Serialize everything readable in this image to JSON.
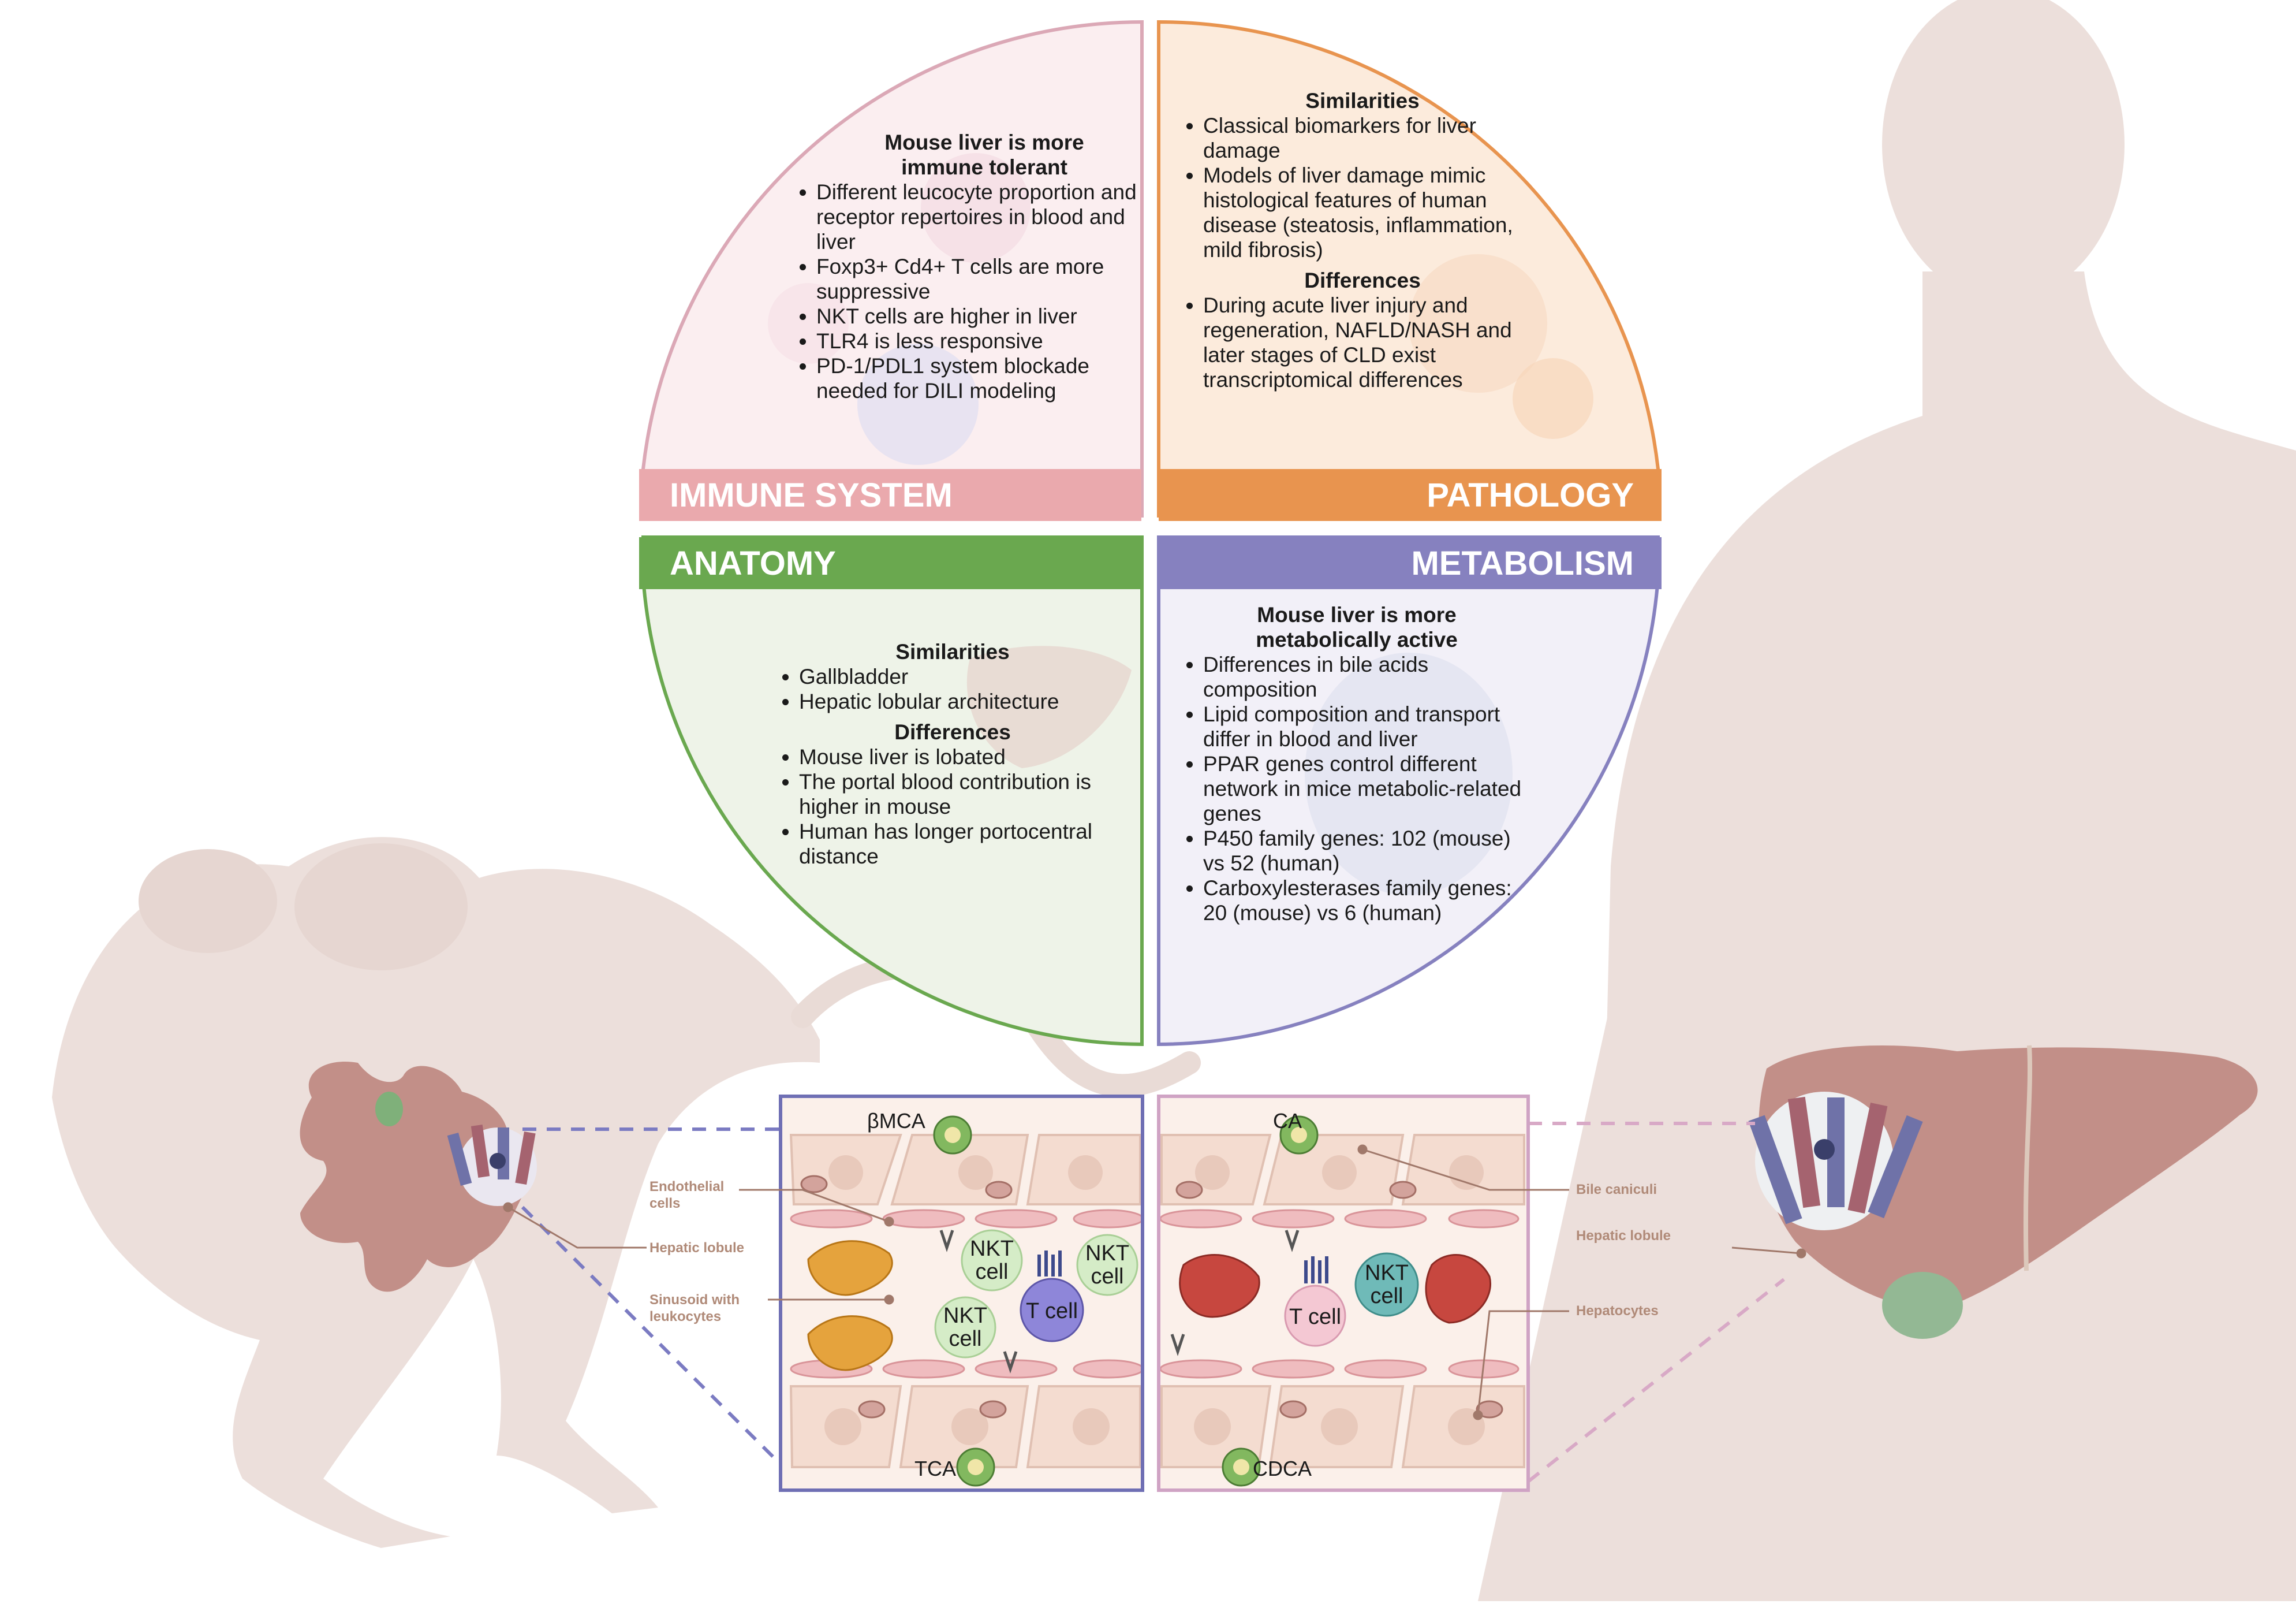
{
  "colors": {
    "immune": "#eaa9ad",
    "pathology": "#e8944f",
    "anatomy": "#6aa84f",
    "metabolism": "#8681bf",
    "silhouette": "#ecdfdb",
    "liver": "#bf8f88",
    "hepatocyte": "#f4dcd0"
  },
  "immune": {
    "title": "IMMUNE SYSTEM",
    "heading_1": "Mouse liver is more",
    "heading_2": "immune  tolerant",
    "items": [
      "Different leucocyte proportion and receptor repertoires in blood and liver",
      "Foxp3+ Cd4+ T cells are more suppressive",
      "NKT cells are higher in liver",
      "TLR4 is less responsive",
      "PD-1/PDL1 system blockade needed for DILI modeling"
    ]
  },
  "pathology": {
    "title": "PATHOLOGY",
    "similarities_heading": "Similarities",
    "similarities": [
      "Classical biomarkers for liver damage",
      "Models of liver damage mimic histological features of human disease (steatosis, inflammation, mild fibrosis)"
    ],
    "differences_heading": "Differences",
    "differences": [
      "During acute liver injury and regeneration, NAFLD/NASH and later stages of CLD exist transcriptomical differences"
    ]
  },
  "anatomy": {
    "title": "ANATOMY",
    "similarities_heading": "Similarities",
    "similarities": [
      "Gallbladder",
      "Hepatic lobular architecture"
    ],
    "differences_heading": "Differences",
    "differences": [
      "Mouse liver is lobated",
      "The portal blood contribution is higher in mouse",
      "Human has longer portocentral distance"
    ]
  },
  "metabolism": {
    "title": "METABOLISM",
    "heading_1": "Mouse liver is more",
    "heading_2": "metabolically active",
    "items": [
      "Differences in bile acids composition",
      "Lipid composition and transport differ in blood and liver",
      "PPAR genes control different network in mice metabolic-related genes",
      "P450 family genes: 102 (mouse) vs 52 (human)",
      "Carboxylesterases family genes: 20 (mouse) vs 6 (human)"
    ]
  },
  "labels": {
    "endothelial": "Endothelial cells",
    "lobule_left": "Hepatic lobule",
    "sinusoid": "Sinusoid with leukocytes",
    "bile": "Bile caniculi",
    "lobule_right": "Hepatic lobule",
    "hepatocytes": "Hepatocytes"
  },
  "bile_acids": {
    "bmca": "βMCA",
    "tca": "TCA",
    "ca": "CA",
    "cdca": "CDCA"
  },
  "cells": {
    "nkt_1": "NKT cell",
    "nkt_2": "NKT cell",
    "nkt_3": "NKT cell",
    "t_left": "T cell",
    "t_right": "T cell",
    "nkt_right": "NKT cell"
  }
}
